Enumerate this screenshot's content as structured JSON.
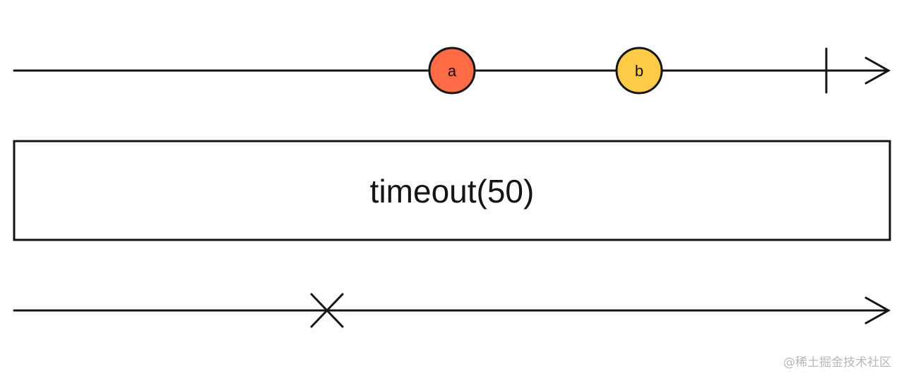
{
  "input_stream": {
    "marbles": [
      {
        "label": "a",
        "color": "#FF6B45"
      },
      {
        "label": "b",
        "color": "#FFCB47"
      }
    ],
    "completes": true
  },
  "operator": {
    "label": "timeout(50)"
  },
  "output_stream": {
    "errors": true
  },
  "watermark": "@稀土掘金技术社区"
}
